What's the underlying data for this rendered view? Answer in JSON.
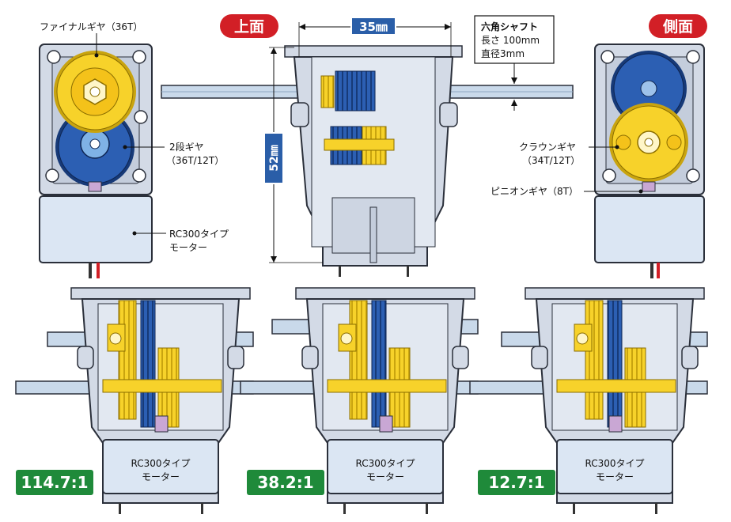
{
  "colors": {
    "housing": "#d3dae6",
    "housing_edge": "#2a2f3a",
    "housing_dark": "#b8c2d3",
    "gear_yellow": "#f7d22a",
    "gear_blue": "#2c5fb3",
    "shaft": "#c9d9ea",
    "motor": "#dbe6f3",
    "badge_red": "#d21f26",
    "badge_green": "#1f8a3a",
    "badge_blue": "#2a5ea8",
    "pinion": "#c9a7d4"
  },
  "labels": {
    "top_view": "上面",
    "side_view": "側面",
    "width_dim": "35㎜",
    "height_dim": "52㎜",
    "shaft_title": "六角シャフト",
    "shaft_length": "長さ 100mm",
    "shaft_diameter": "直径3mm",
    "final_gear": "ファイナルギヤ（36T）",
    "two_stage_gear_1": "2段ギヤ",
    "two_stage_gear_2": "（36T/12T）",
    "motor_1": "RC300タイプ",
    "motor_2": "モーター",
    "crown_gear_1": "クラウンギヤ",
    "crown_gear_2": "（34T/12T）",
    "pinion_gear": "ピニオンギヤ（8T）"
  },
  "ratios": [
    "114.7:1",
    "38.2:1",
    "12.7:1"
  ],
  "bottom_motor": {
    "line1": "RC300タイプ",
    "line2": "モーター"
  }
}
